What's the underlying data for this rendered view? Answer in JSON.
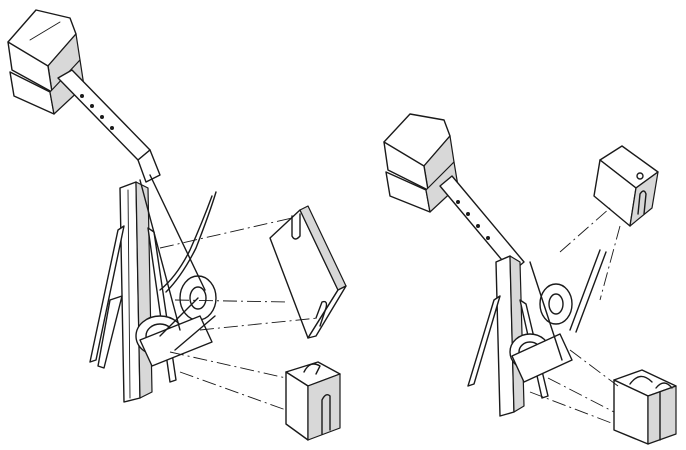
{
  "figure": {
    "views": [
      {
        "name": "left-assembly",
        "weight_blocks": [
          "upper-block",
          "lower-block"
        ]
      },
      {
        "name": "right-assembly",
        "weight_blocks": [
          "upper-block",
          "lower-block"
        ]
      }
    ]
  }
}
